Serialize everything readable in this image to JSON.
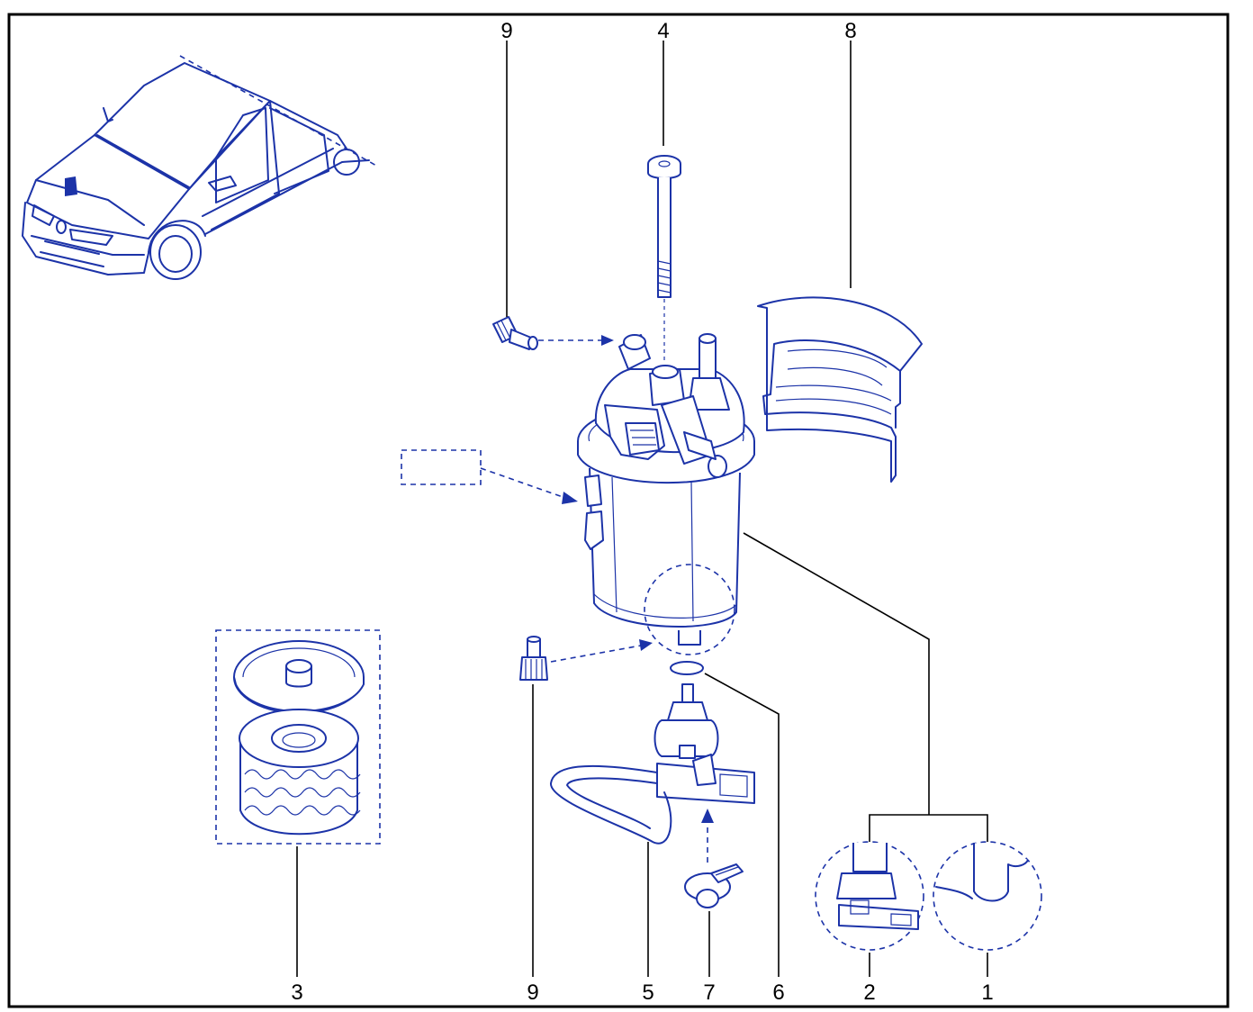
{
  "colors": {
    "line": "#1c33a8",
    "leader": "#000000",
    "frame": "#000000",
    "background": "#ffffff"
  },
  "callouts": [
    {
      "id": "label-9-top",
      "text": "9"
    },
    {
      "id": "label-4",
      "text": "4"
    },
    {
      "id": "label-8",
      "text": "8"
    },
    {
      "id": "label-3",
      "text": "3"
    },
    {
      "id": "label-9-bottom",
      "text": "9"
    },
    {
      "id": "label-5",
      "text": "5"
    },
    {
      "id": "label-7",
      "text": "7"
    },
    {
      "id": "label-6",
      "text": "6"
    },
    {
      "id": "label-2",
      "text": "2"
    },
    {
      "id": "label-1",
      "text": "1"
    }
  ],
  "parts": [
    {
      "name": "car-illustration"
    },
    {
      "name": "filter-housing"
    },
    {
      "name": "housing-bolt"
    },
    {
      "name": "heat-shield"
    },
    {
      "name": "filter-cartridge"
    },
    {
      "name": "bleed-screw"
    },
    {
      "name": "drain-plug"
    },
    {
      "name": "o-ring-seal"
    },
    {
      "name": "water-sensor-harness"
    },
    {
      "name": "sensor-clip"
    },
    {
      "name": "detail-circle-with-sensor"
    },
    {
      "name": "detail-circle-without-sensor"
    }
  ]
}
